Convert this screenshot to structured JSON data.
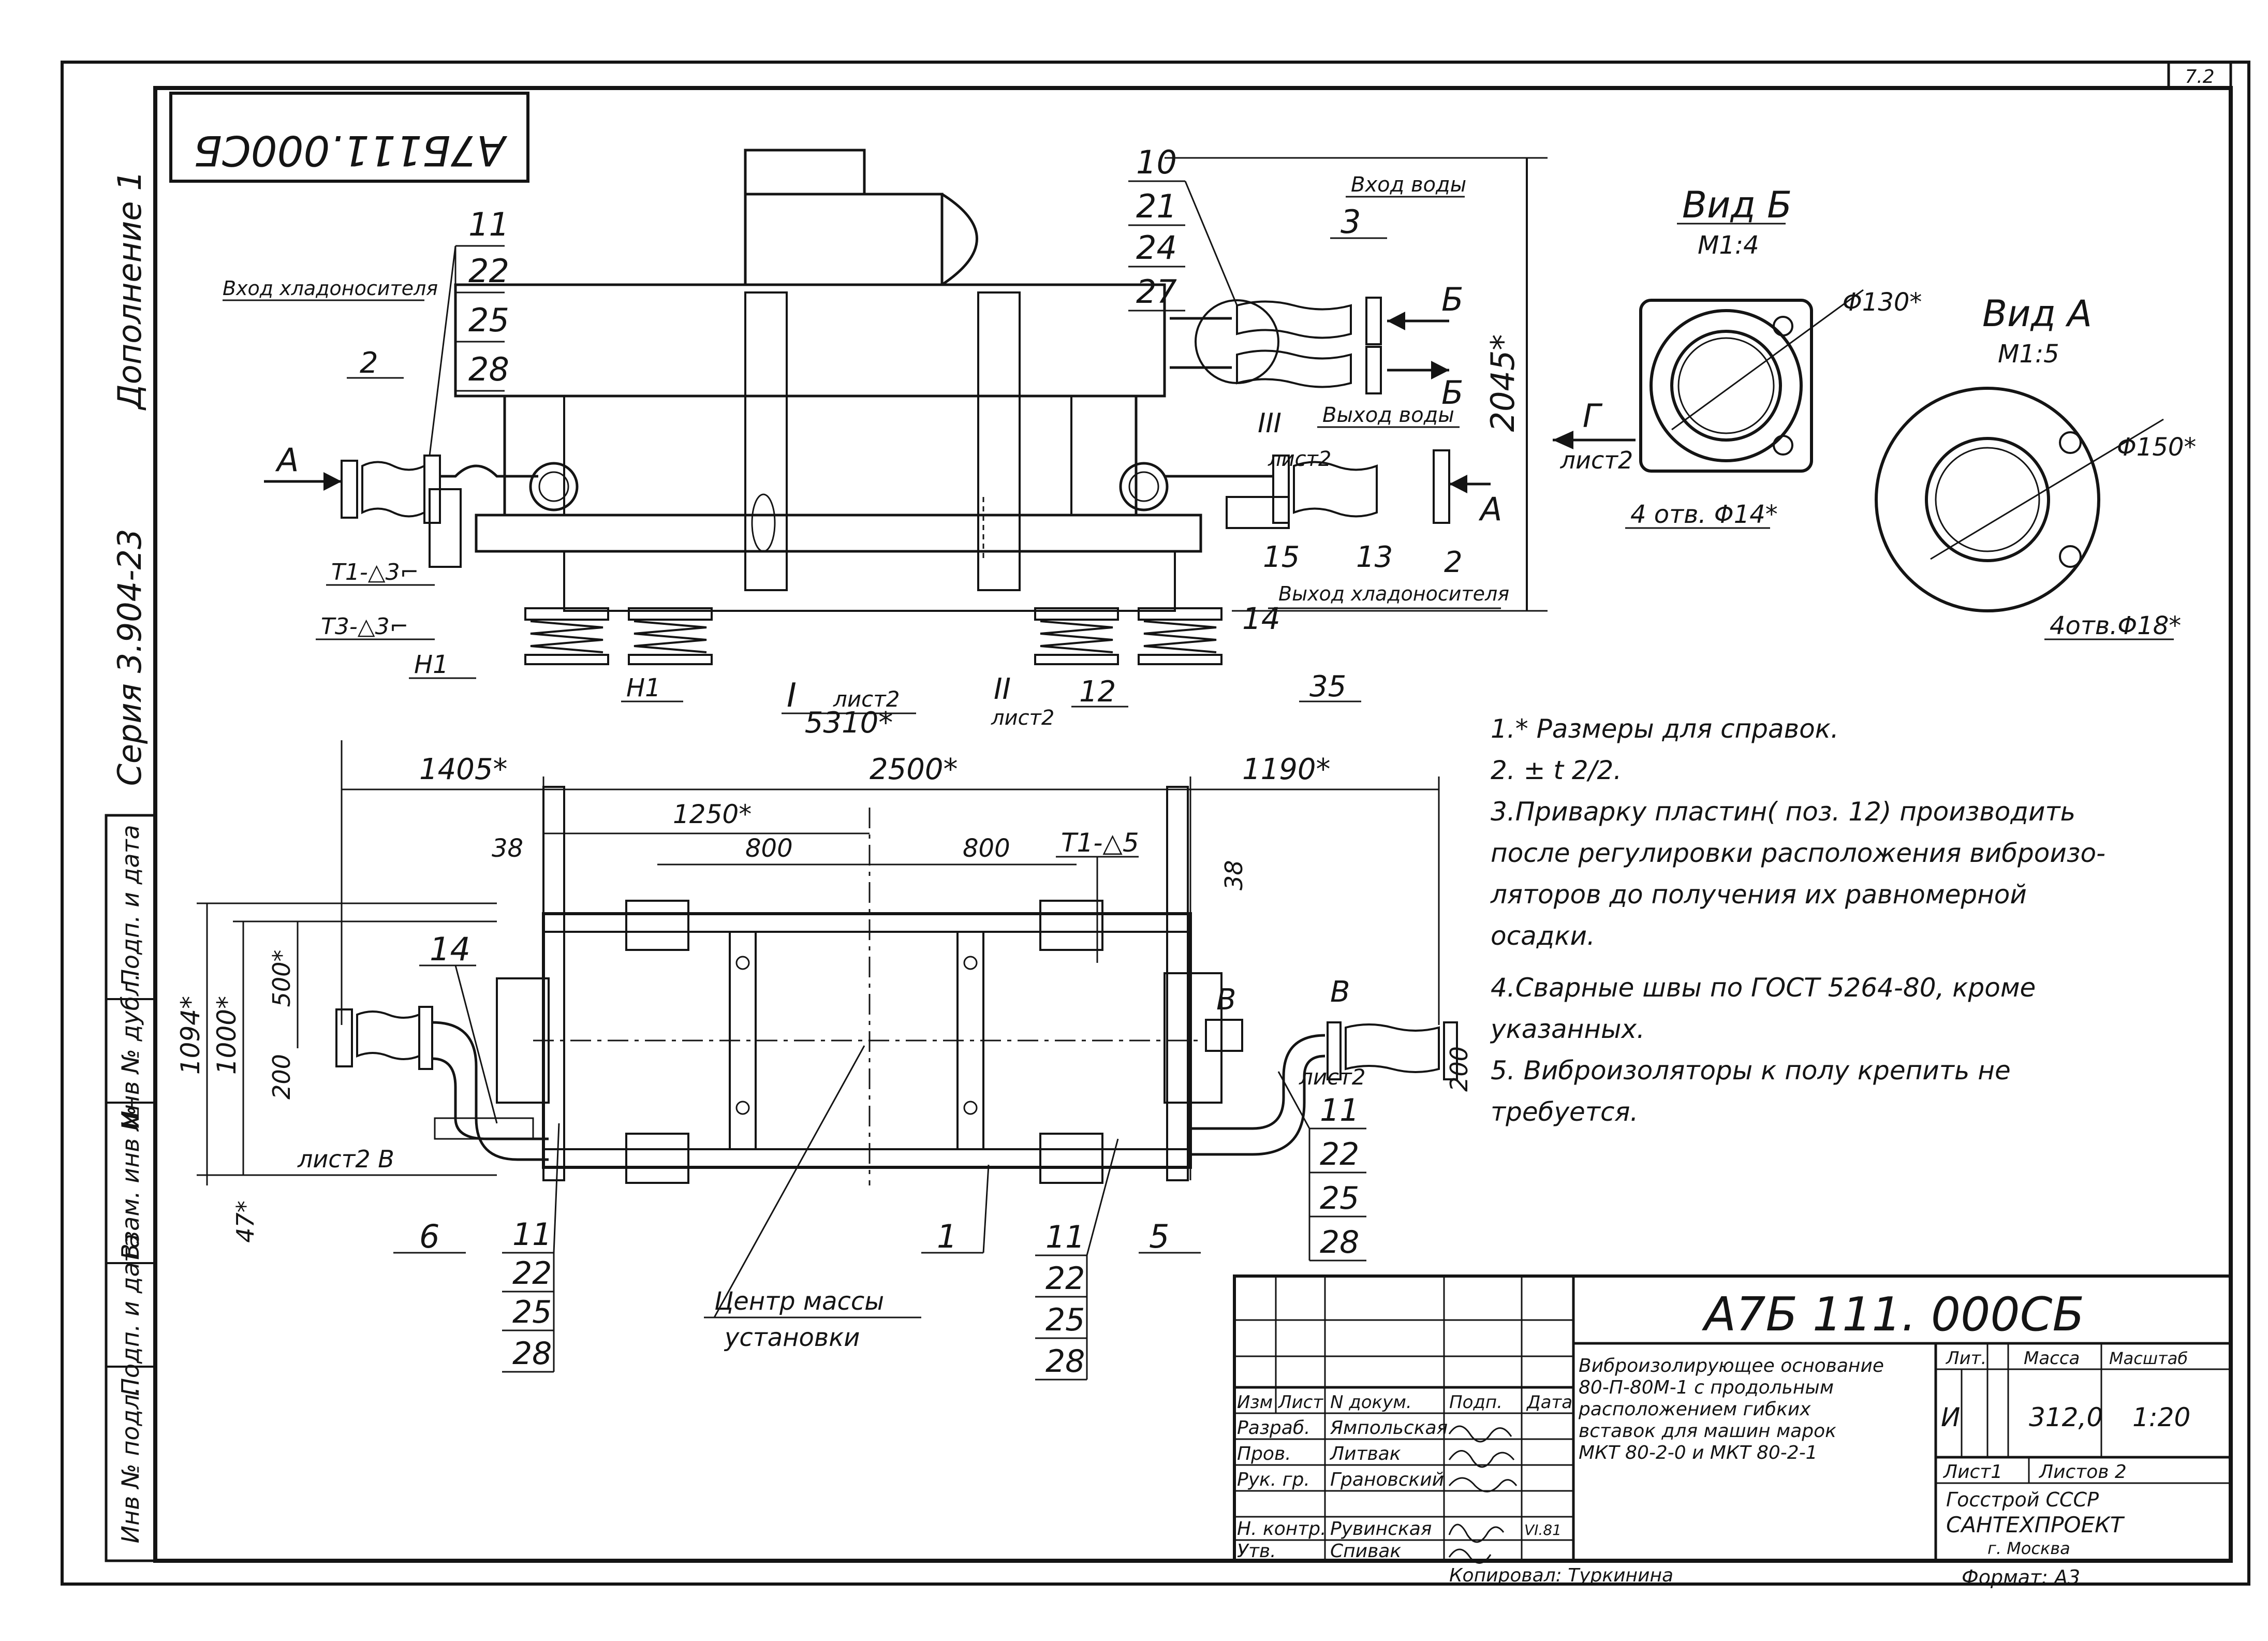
{
  "drawing_code": "А7Б111.000СБ",
  "drawing_code_large": "А7Б 111. 000СБ",
  "corner_sheet": "7.2",
  "margin_text": {
    "supplement": "Дополнение 1",
    "series": "Серия 3.904-23"
  },
  "margin_stamp_labels": [
    "Инв № подл.",
    "Подп. и дата",
    "Взам. инв №",
    "Инв № дубл.",
    "Подп. и дата"
  ],
  "top_view": {
    "labels": {
      "inlet_coolant": "Вход хладоносителя",
      "outlet_coolant": "Выход хладоносителя",
      "inlet_water": "Вход воды",
      "outlet_water": "Выход воды",
      "arrow_a_left": "А",
      "arrow_a_right": "А",
      "arrow_b_top": "Б",
      "arrow_b_bottom": "Б",
      "view_g": "Г",
      "view_g_sheet": "лист2",
      "dim_height": "2045*",
      "dim_width": "5310*",
      "weld_t1": "Т1-△3⌐",
      "weld_t3": "Т3-△3⌐",
      "h1_a": "Н1",
      "h1_b": "Н1",
      "sec_i": "I",
      "sec_i_sheet": "лист2",
      "sec_ii": "II",
      "sec_ii_sheet": "лист2",
      "sec_iii": "III",
      "sheet2_right": "лист2",
      "pos_2a": "2",
      "pos_2b": "2",
      "pos_3": "3",
      "pos_12": "12",
      "pos_13": "13",
      "pos_14": "14",
      "pos_15": "15",
      "pos_35": "35"
    },
    "stack_left": [
      "11",
      "22",
      "25",
      "28"
    ],
    "stack_right": [
      "10",
      "21",
      "24",
      "27"
    ]
  },
  "view_b": {
    "title": "Вид Б",
    "scale": "М1:4",
    "dia": "Φ130*",
    "holes": "4 отв. Φ14*"
  },
  "view_a": {
    "title": "Вид А",
    "scale": "М1:5",
    "dia": "Φ150*",
    "holes": "4отв.Φ18*"
  },
  "plan_view": {
    "dims": {
      "d1405": "1405*",
      "d2500": "2500*",
      "d1190": "1190*",
      "d1250": "1250*",
      "d800a": "800",
      "d800b": "800",
      "d38a": "38",
      "d38b": "38",
      "d1094": "1094*",
      "d1000": "1000*",
      "d500": "500*",
      "d200a": "200",
      "d200b": "200",
      "d47": "47*"
    },
    "labels": {
      "weld_t1_5": "Т1-△5",
      "sheet2_b": "лист2 В",
      "b_right": "В",
      "b_right2": "В",
      "sheet2_right": "лист2",
      "pos_14": "14",
      "pos_6": "6",
      "pos_1": "1",
      "pos_5": "5",
      "center_mass_1": "Центр массы",
      "center_mass_2": "установки"
    },
    "stack_bottom_left": [
      "11",
      "22",
      "25",
      "28"
    ],
    "stack_bottom_mid": [
      "11",
      "22",
      "25",
      "28"
    ],
    "stack_right": [
      "11",
      "22",
      "25",
      "28"
    ]
  },
  "notes": [
    "1.* Размеры для справок.",
    "2. ± t 2/2.",
    "3.Приварку пластин( поз. 12) производить",
    "после регулировки расположения виброизо-",
    "ляторов до получения их равномерной",
    "осадки.",
    "4.Сварные швы по ГОСТ 5264-80, кроме",
    "указанных.",
    "5. Виброизоляторы к полу крепить не",
    "требуется."
  ],
  "title_block": {
    "code": "А7Б 111. 000СБ",
    "title_lines": [
      "Виброизолирующее основание",
      "80-П-80М-1 с продольным",
      "расположением гибких",
      "вставок для машин марок",
      "МКТ 80-2-0 и МКТ 80-2-1"
    ],
    "col_headers": [
      "Изм",
      "Лист",
      "N докум.",
      "Подп.",
      "Дата"
    ],
    "rows": [
      {
        "role": "Разраб.",
        "name": "Ямпольская"
      },
      {
        "role": "Пров.",
        "name": "Литвак"
      },
      {
        "role": "Рук. гр.",
        "name": "Грановский"
      },
      {
        "role": "",
        "name": ""
      },
      {
        "role": "Н. контр.",
        "name": "Рувинская"
      },
      {
        "role": "Утв.",
        "name": "Спивак"
      }
    ],
    "date_note": "VI.81",
    "lit_header": "Лит.",
    "mass_header": "Масса",
    "scale_header": "Масштаб",
    "lit_value": "И",
    "mass_value": "312,0",
    "scale_value": "1:20",
    "sheet": "Лист1",
    "sheets": "Листов 2",
    "org_1": "Госстрой  СССР",
    "org_2": "САНТЕХПРОЕКТ",
    "org_3": "г. Москва",
    "copied": "Копировал: Туркинина",
    "format": "Формат: А3"
  }
}
